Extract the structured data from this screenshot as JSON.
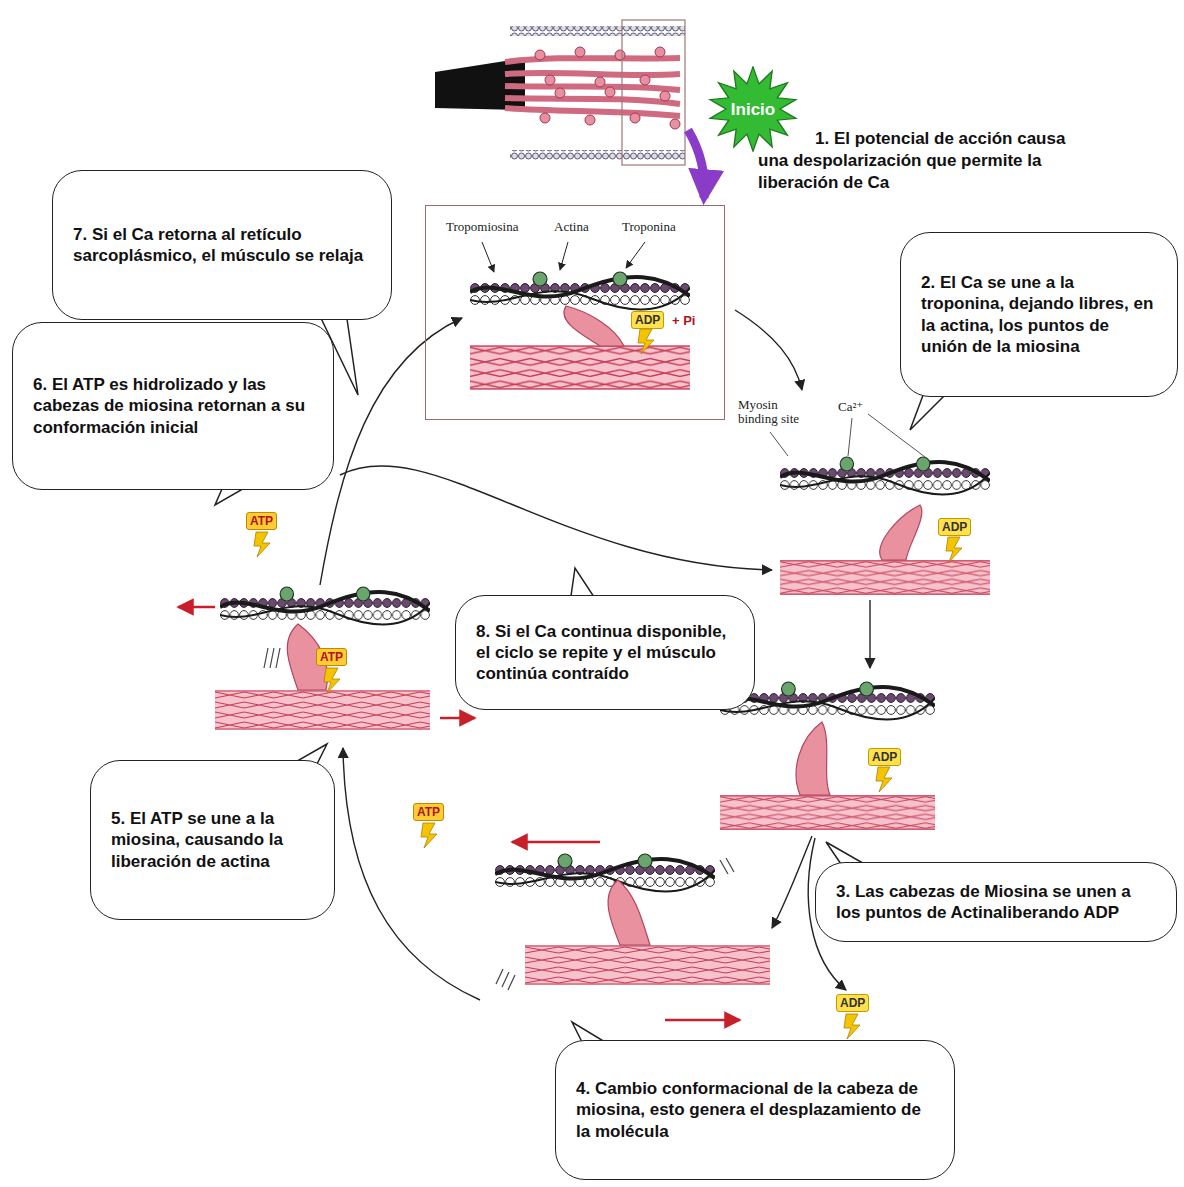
{
  "diagram": {
    "nodes": [
      {
        "text": [
          "Inicio"
        ]
      },
      {
        "text": [
          "7. Si el Ca retorna al retículo sarcoplásmico, el músculo se relaja"
        ]
      },
      {
        "text": [
          "Tropomiosina",
          "Actina",
          "Troponina",
          "ADP",
          "+ Pi"
        ]
      },
      {
        "text": [
          "2. El Ca se une a la troponina, dejando libres, en la actina, los puntos de unión de la miosina"
        ]
      },
      {
        "text": [
          "6. El ATP es hidrolizado y las cabezas de miosina retornan a su conformación inicial"
        ]
      },
      {
        "text": [
          "8. Si el Ca continua disponible, el ciclo se repite y el músculo continúa contraído"
        ]
      },
      {
        "text": [
          "5. El ATP se une a la miosina, causando la liberación de actina"
        ]
      },
      {
        "text": [
          "3. Las cabezas de Miosina se unen a los puntos de Actinaliberando ADP"
        ]
      },
      {
        "text": [
          "4. Cambio conformacional de la cabeza de miosina, esto genera el desplazamiento de la molécula"
        ]
      }
    ],
    "labels": [
      "1. El potencial de acción causa una despolarización que permite la liberación de Ca",
      "Myosin binding site",
      "Ca²⁺",
      "ADP",
      "ATP",
      "ATP",
      "ADP",
      "ATP",
      "ADP"
    ]
  }
}
